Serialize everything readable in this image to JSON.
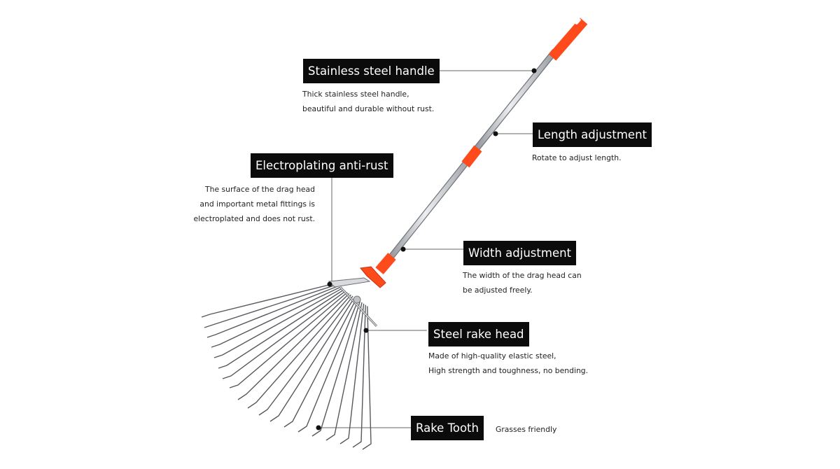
{
  "colors": {
    "accent": "#ff4a1c",
    "label_bg": "#0b0b0b",
    "label_text": "#ffffff",
    "metal": "#c9cbcf",
    "leader": "#666666"
  },
  "callouts": [
    {
      "id": "stainless-steel-handle",
      "title": "Stainless steel handle",
      "lines": [
        "Thick stainless steel handle,",
        "beautiful and durable without rust."
      ]
    },
    {
      "id": "length-adjustment",
      "title": "Length adjustment",
      "lines": [
        "Rotate to adjust length."
      ]
    },
    {
      "id": "electroplating-anti-rust",
      "title": "Electroplating anti-rust",
      "lines": [
        "The surface of the drag head",
        "and important metal fittings is",
        "electroplated and does not rust."
      ]
    },
    {
      "id": "width-adjustment",
      "title": "Width adjustment",
      "lines": [
        "The width of the drag head can",
        "be adjusted freely."
      ]
    },
    {
      "id": "steel-rake-head",
      "title": "Steel rake head",
      "lines": [
        "Made of high-quality elastic steel,",
        "High strength and toughness, no bending."
      ]
    },
    {
      "id": "rake-tooth",
      "title": "Rake Tooth",
      "lines": [
        "Grasses friendly"
      ]
    }
  ]
}
